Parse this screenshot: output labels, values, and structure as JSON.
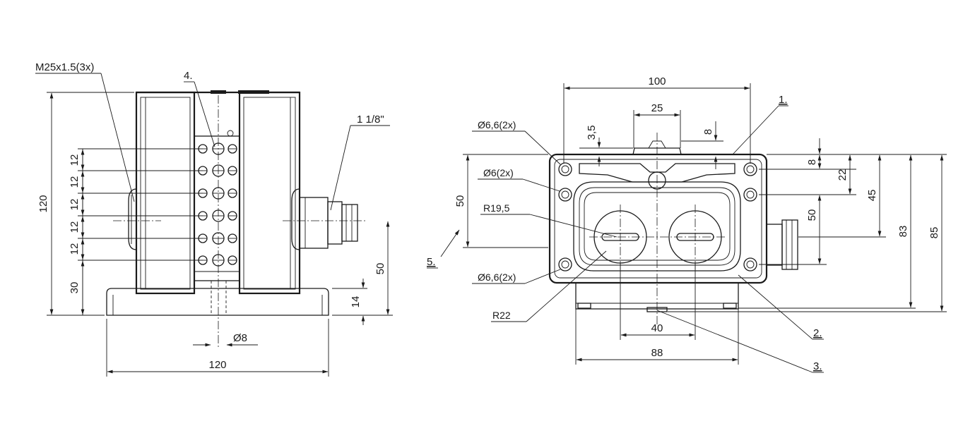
{
  "side_view": {
    "callouts": {
      "thread": "M25x1.5(3x)",
      "conduit": "1 1/8\"",
      "item4": "4."
    },
    "dims": {
      "pitch_1": "12",
      "pitch_2": "12",
      "pitch_3": "12",
      "pitch_4": "12",
      "pitch_5": "12",
      "bottom_30": "30",
      "height_120": "120",
      "axis_50": "50",
      "base_14": "14",
      "hole_d8": "Ø8",
      "width_120": "120"
    }
  },
  "front_view": {
    "callouts": {
      "hole_a": "Ø6,6(2x)",
      "hole_b": "Ø6(2x)",
      "radius_a": "R19,5",
      "hole_c": "Ø6,6(2x)",
      "radius_b": "R22",
      "item1": "1.",
      "item2": "2.",
      "item3": "3.",
      "item5": "5."
    },
    "dims": {
      "w100": "100",
      "w25": "25",
      "v3_5": "3,5",
      "v8_top": "8",
      "left_50": "50",
      "r8": "8",
      "r22": "22",
      "r45": "45",
      "r50": "50",
      "r83": "83",
      "r85": "85",
      "w40": "40",
      "w88": "88"
    }
  }
}
